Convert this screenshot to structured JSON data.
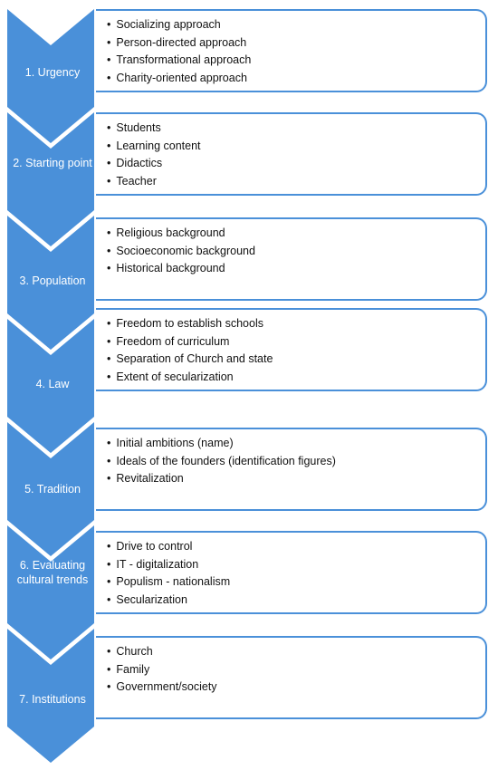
{
  "colors": {
    "chevron": "#4a90d9",
    "border": "#4a90d9",
    "label": "#ffffff",
    "text": "#111111"
  },
  "stages": [
    {
      "label": "1. Urgency",
      "items": [
        "Socializing approach",
        "Person-directed approach",
        "Transformational approach",
        "Charity-oriented approach"
      ]
    },
    {
      "label": "2.  Starting point",
      "items": [
        "Students",
        "Learning content",
        "Didactics",
        "Teacher"
      ]
    },
    {
      "label": "3. Population",
      "items": [
        "Religious background",
        "Socioeconomic background",
        "Historical background"
      ]
    },
    {
      "label": "4. Law",
      "items": [
        "Freedom to establish schools",
        "Freedom of curriculum",
        "Separation of Church and state",
        "Extent of secularization"
      ]
    },
    {
      "label": "5.  Tradition",
      "items": [
        "Initial ambitions (name)",
        "Ideals of the founders  (identification figures)",
        "Revitalization"
      ]
    },
    {
      "label": "6. Evaluating cultural trends",
      "items": [
        "Drive to control",
        "IT - digitalization",
        "Populism - nationalism",
        "Secularization"
      ]
    },
    {
      "label": "7. Institutions",
      "items": [
        "Church",
        "Family",
        "Government/society"
      ]
    }
  ]
}
